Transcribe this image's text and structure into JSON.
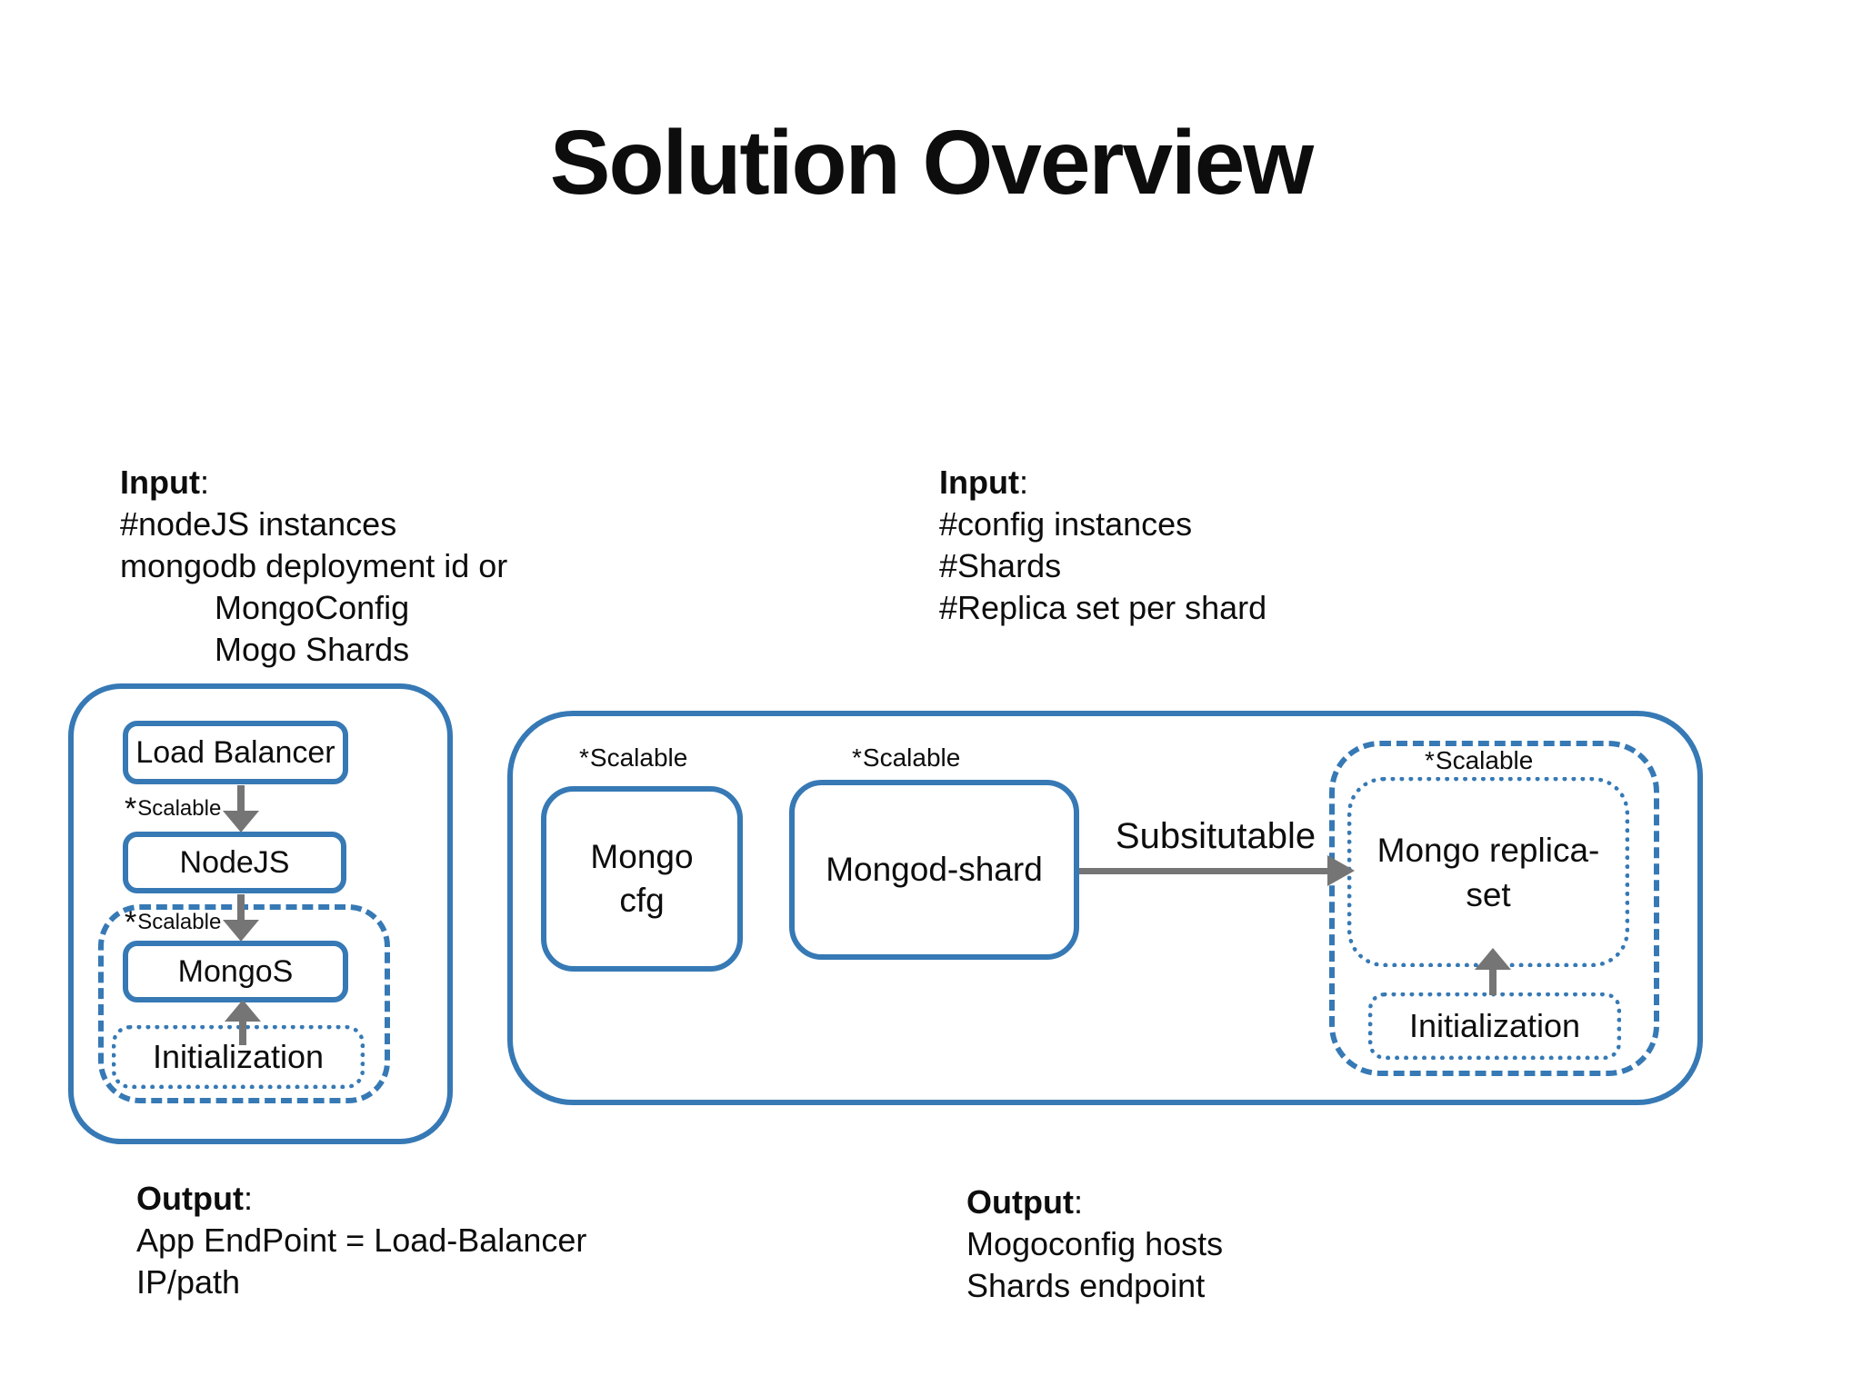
{
  "title": "Solution Overview",
  "shared": {
    "colon": ":",
    "scalable_star": "*",
    "scalable_word": "Scalable"
  },
  "inputs": {
    "left": {
      "heading": "Input",
      "lines": [
        "#nodeJS instances",
        "mongodb deployment id or",
        "MongoConfig",
        "Mogo Shards"
      ]
    },
    "right": {
      "heading": "Input",
      "lines": [
        "#config instances",
        "#Shards",
        "#Replica set per shard"
      ]
    }
  },
  "outputs": {
    "left": {
      "heading": "Output",
      "lines": [
        "App EndPoint = Load-Balancer",
        "IP/path"
      ]
    },
    "right": {
      "heading": "Output",
      "lines": [
        "Mogoconfig hosts",
        "Shards endpoint"
      ]
    }
  },
  "app_stack": {
    "load_balancer": "Load Balancer",
    "nodejs": "NodeJS",
    "mongos": "MongoS",
    "initialization": "Initialization"
  },
  "cluster": {
    "mongo_cfg_lines": [
      "Mongo",
      "cfg"
    ],
    "mongod_shard": "Mongod-shard",
    "substitutable": "Subsitutable",
    "replica_set_lines": [
      "Mongo replica-",
      "set"
    ],
    "initialization": "Initialization"
  },
  "colors": {
    "accent_blue": "#3679b5",
    "arrow_gray": "#757575",
    "text_black": "#0d0d0d",
    "background": "#ffffff"
  }
}
